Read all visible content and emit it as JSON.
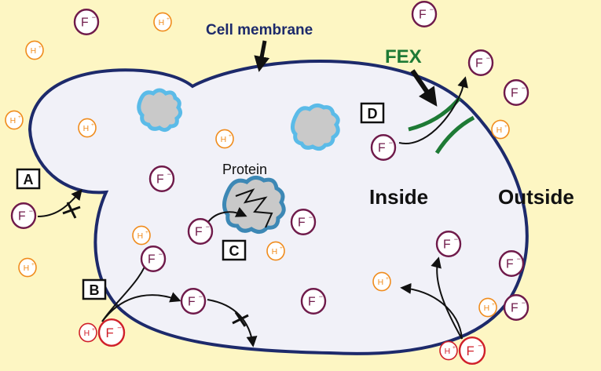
{
  "labels": {
    "cell_membrane": "Cell membrane",
    "fex": "FEX",
    "inside": "Inside",
    "outside": "Outside",
    "protein": "Protein"
  },
  "markers": {
    "a": "A",
    "b": "B",
    "c": "C",
    "d": "D"
  },
  "ions": {
    "fluoride": "F",
    "proton": "H",
    "minus": "−",
    "plus": "+"
  },
  "colors": {
    "background": "#fdf6c3",
    "membrane": "#1d2a6b",
    "cell_fill": "#f1f1f8",
    "fluoride": "#6f1a4a",
    "proton": "#f08c1d",
    "hf_pair": "#d0202a",
    "fex_channel": "#1e7a35",
    "protein_fill": "#c9c9c9",
    "protein_outline": "#5bbbe8"
  }
}
